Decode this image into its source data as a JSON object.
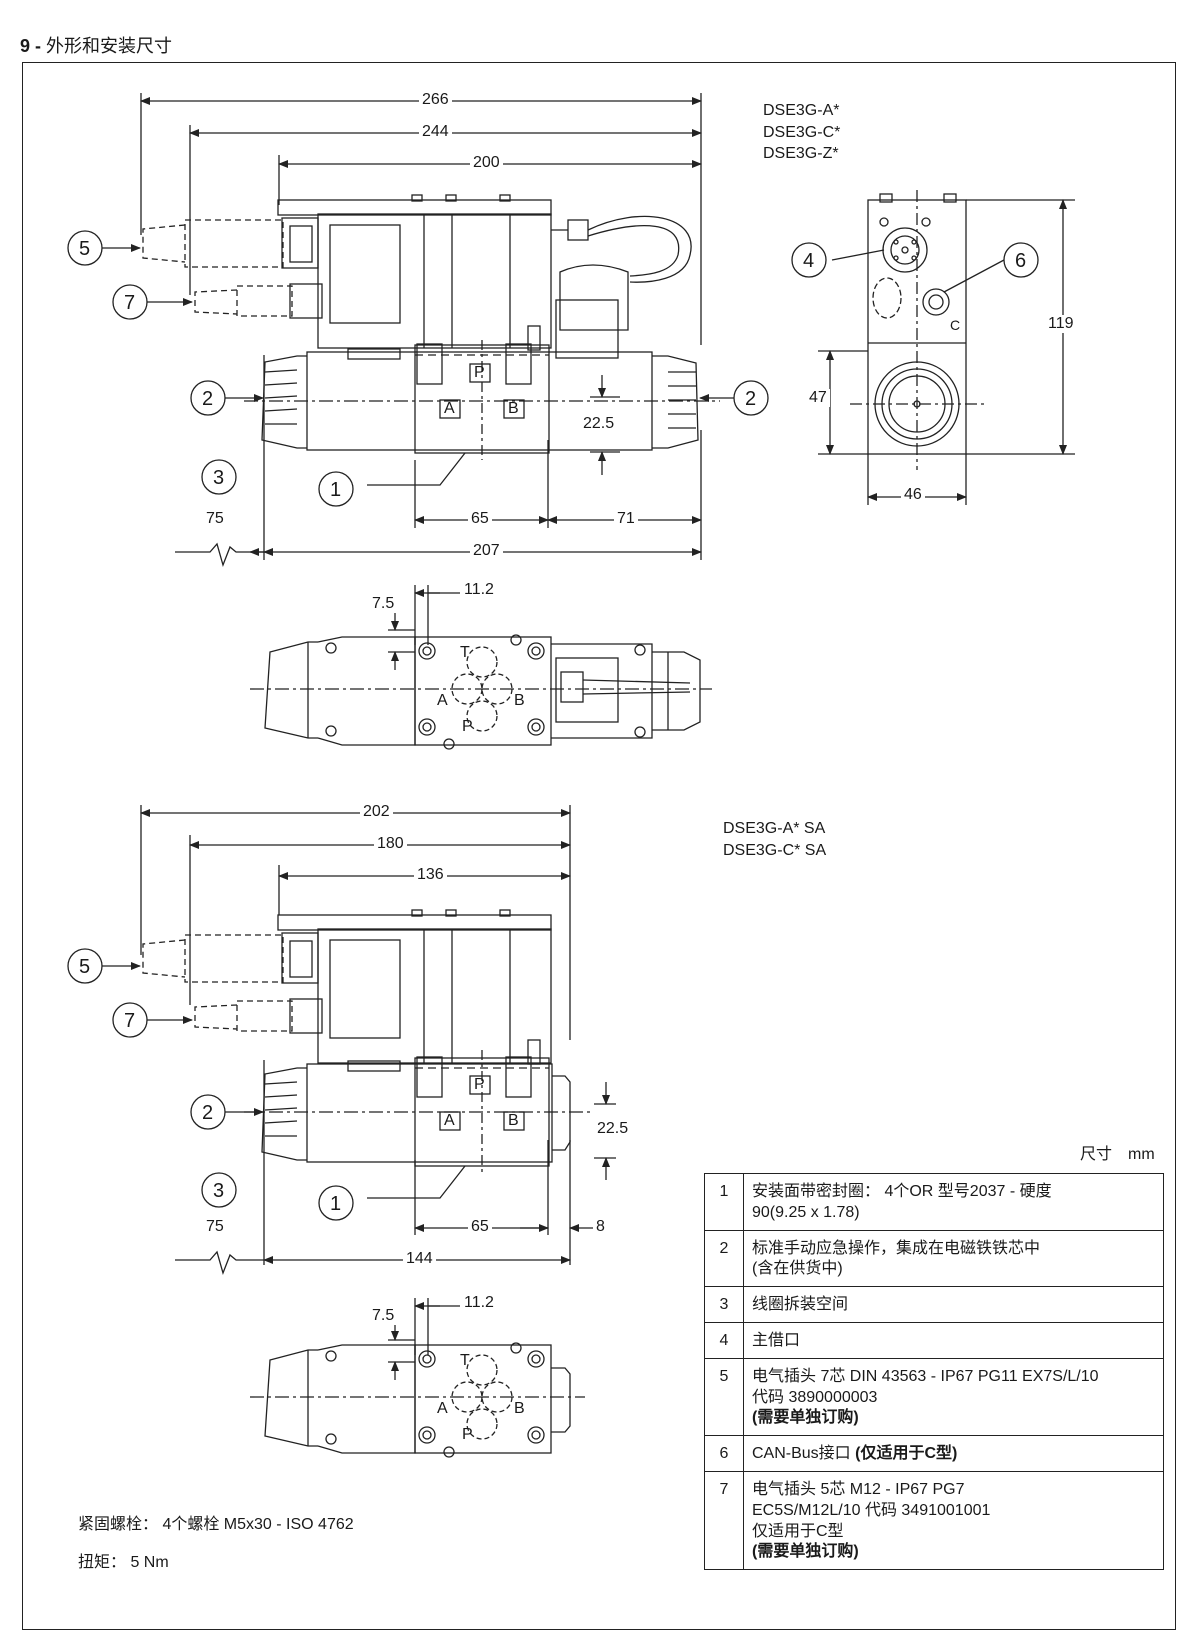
{
  "heading": {
    "number": "9 -",
    "title": "外形和安装尺寸"
  },
  "models": {
    "top": [
      "DSE3G-A*",
      "DSE3G-C*",
      "DSE3G-Z*"
    ],
    "bottom": [
      "DSE3G-A* SA",
      "DSE3G-C* SA"
    ]
  },
  "dims": {
    "d266": "266",
    "d244": "244",
    "d200": "200",
    "d119": "119",
    "d47": "47",
    "d46": "46",
    "d22_5a": "22.5",
    "d65a": "65",
    "d71": "71",
    "d75a": "75",
    "d207": "207",
    "d11_2a": "11.2",
    "d7_5a": "7.5",
    "d202": "202",
    "d180": "180",
    "d136": "136",
    "d22_5b": "22.5",
    "d65b": "65",
    "d8": "8",
    "d75b": "75",
    "d144": "144",
    "d11_2b": "11.2",
    "d7_5b": "7.5"
  },
  "ports": {
    "P": "P",
    "A": "A",
    "B": "B",
    "T": "T",
    "C": "C"
  },
  "callouts": {
    "c1": "1",
    "c2": "2",
    "c3": "3",
    "c4": "4",
    "c5": "5",
    "c6": "6",
    "c7": "7"
  },
  "units": "尺寸　mm",
  "legend": [
    {
      "num": "1",
      "lines": [
        "安装面带密封圈： 4个OR 型号2037 - 硬度",
        "90(9.25 x 1.78)"
      ],
      "bold": []
    },
    {
      "num": "2",
      "lines": [
        "标准手动应急操作，集成在电磁铁铁芯中",
        "(含在供货中)"
      ],
      "bold": []
    },
    {
      "num": "3",
      "lines": [
        "线圈拆装空间"
      ],
      "bold": []
    },
    {
      "num": "4",
      "lines": [
        "主借口"
      ],
      "bold": []
    },
    {
      "num": "5",
      "lines": [
        "电气插头 7芯 DIN 43563 - IP67 PG11 EX7S/L/10",
        "代码 3890000003"
      ],
      "bold": [
        "(需要单独订购)"
      ]
    },
    {
      "num": "6",
      "lines": [
        "CAN-Bus接口"
      ],
      "bold": [
        "(仅适用于C型)"
      ]
    },
    {
      "num": "7",
      "lines": [
        "电气插头 5芯  M12 - IP67 PG7",
        "EC5S/M12L/10 代码 3491001001",
        "仅适用于C型"
      ],
      "bold": [
        "(需要单独订购)"
      ]
    }
  ],
  "notes": {
    "bolts": "紧固螺栓： 4个螺栓 M5x30 - ISO 4762",
    "torque": "扭矩： 5 Nm"
  }
}
